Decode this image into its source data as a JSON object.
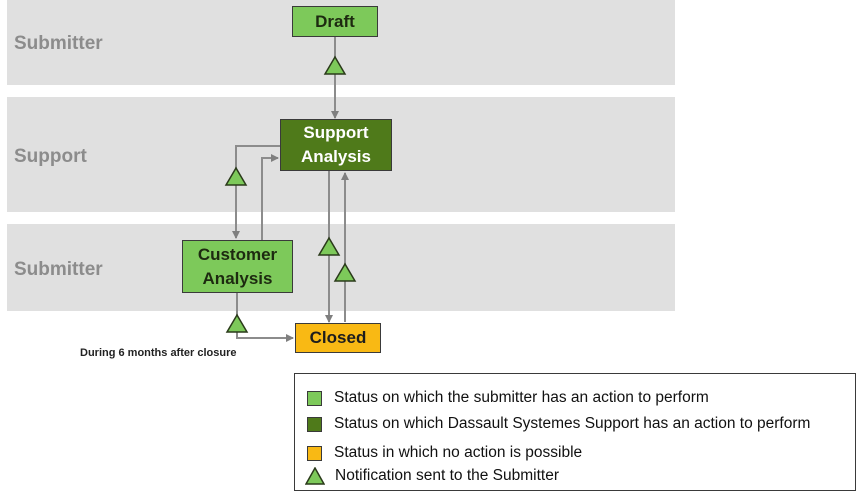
{
  "lanes": [
    {
      "label": "Submitter"
    },
    {
      "label": "Support"
    },
    {
      "label": "Submitter"
    }
  ],
  "states": {
    "draft": {
      "label": "Draft"
    },
    "support_analysis": {
      "label": "Support Analysis"
    },
    "customer_analysis": {
      "label": "Customer Analysis"
    },
    "closed": {
      "label": "Closed"
    }
  },
  "note": "During 6  months after closure",
  "legend": {
    "items": [
      {
        "text": "Status on which the submitter has an action to perform"
      },
      {
        "text": "Status on which Dassault Systemes Support has an action to perform"
      },
      {
        "text": "Status in which no action is possible"
      },
      {
        "text": "Notification sent to the Submitter"
      }
    ]
  },
  "colors": {
    "submitter_action": "#7dc95a",
    "support_action": "#4f7a1a",
    "no_action": "#f9b914",
    "notification": "#7dc95a",
    "lane_background": "#e0e0e0"
  }
}
